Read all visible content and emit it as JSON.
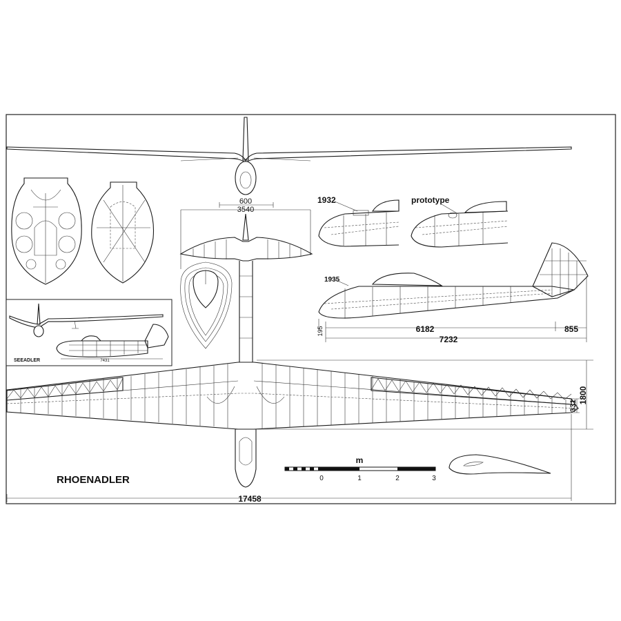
{
  "title": "RHOENADLER",
  "inset": {
    "label": "SEEADLER",
    "dimension": "7431"
  },
  "views": {
    "variant_1932": "1932",
    "variant_prototype": "prototype",
    "variant_1935": "1935"
  },
  "dimensions": {
    "fuselage_width": "600",
    "tailplane_span": "3540",
    "tail_section_length": "6182",
    "tail_overhang": "855",
    "overall_length": "7232",
    "nose_height": "195",
    "root_chord": "1800",
    "tip_chord": "331",
    "wingspan": "17458"
  },
  "scale": {
    "unit": "m",
    "ticks": [
      "0",
      "1",
      "2",
      "3"
    ]
  }
}
